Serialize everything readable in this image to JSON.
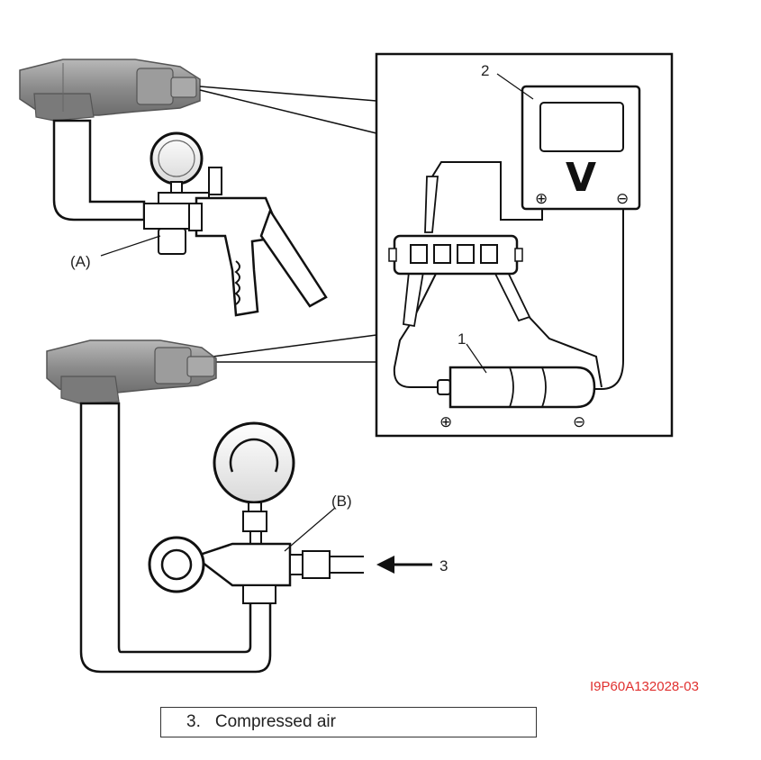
{
  "labels": {
    "A": "(A)",
    "B": "(B)",
    "one": "1",
    "two": "2",
    "three": "3",
    "v": "V",
    "plus": "⊕",
    "minus": "⊖"
  },
  "figure_code": "I9P60A132028-03",
  "caption": {
    "number": "3.",
    "text": "Compressed air"
  },
  "colors": {
    "figure_code": "#e0302f",
    "line": "#111111",
    "sensor_gray": "#8a8a8a"
  }
}
